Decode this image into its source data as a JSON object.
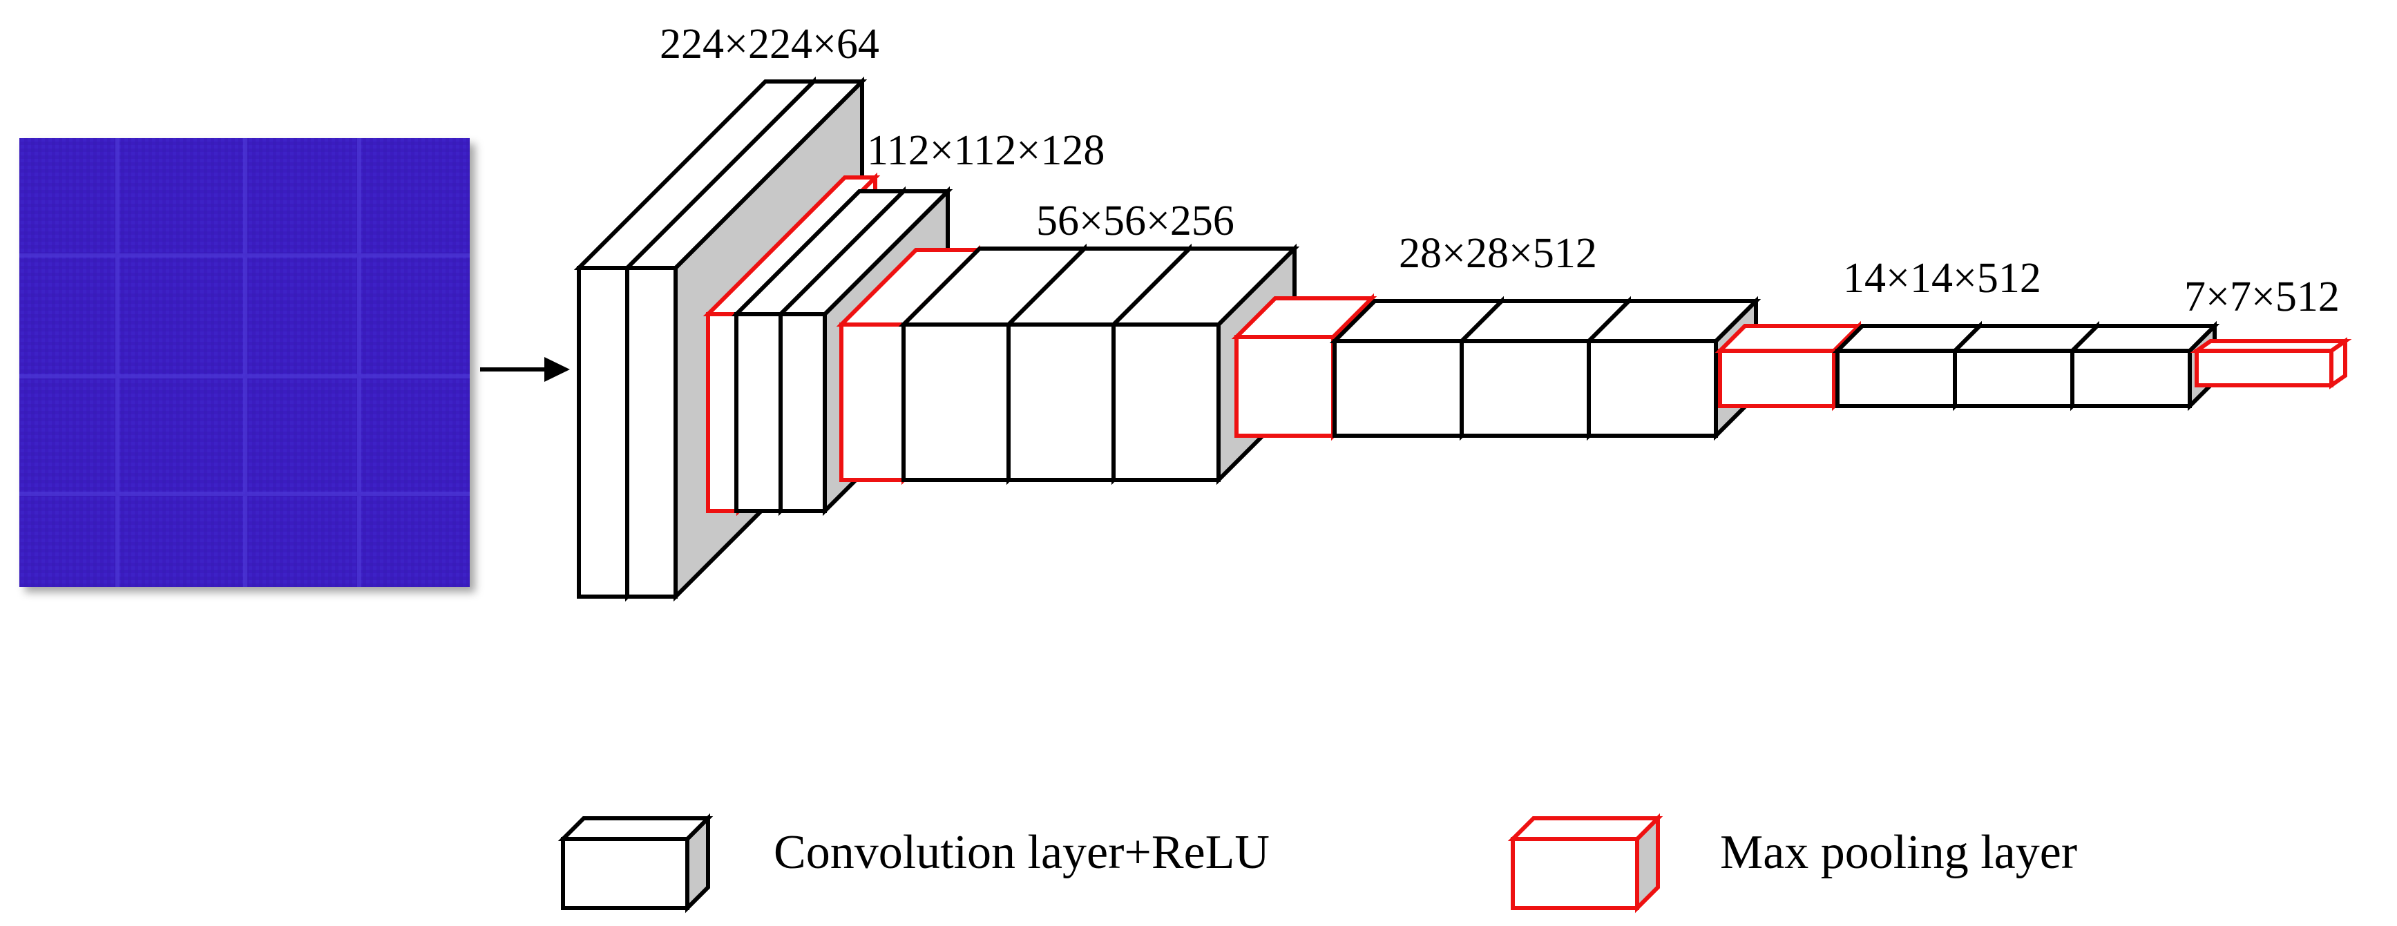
{
  "colors": {
    "conv_stroke": "#000000",
    "pool_stroke": "#ee1111",
    "face_fill": "#ffffff",
    "side_fill": "#c8c8c8",
    "input_image": "#3a1fc0",
    "input_grid": "#4a33cf"
  },
  "stages": [
    {
      "label": "224×224×64"
    },
    {
      "label": "112×112×128"
    },
    {
      "label": "56×56×256"
    },
    {
      "label": "28×28×512"
    },
    {
      "label": "14×14×512"
    },
    {
      "label": "7×7×512"
    }
  ],
  "legend": {
    "conv": {
      "label": "Convolution layer+ReLU"
    },
    "pool": {
      "label": "Max pooling layer"
    }
  }
}
